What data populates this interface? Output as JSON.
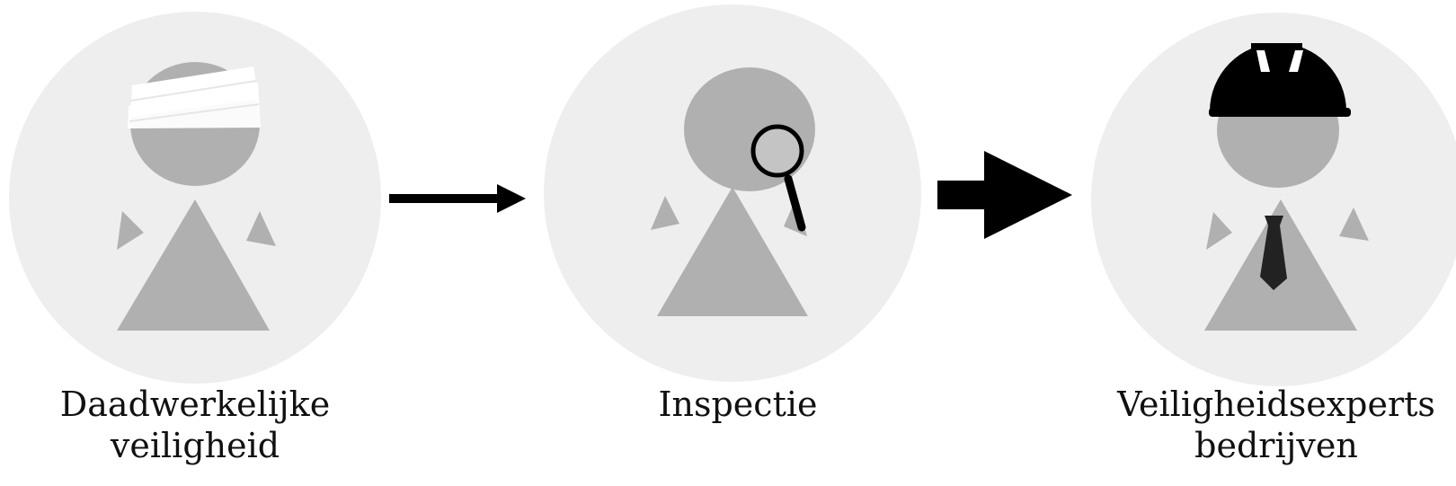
{
  "colors": {
    "circle": "#eeeeee",
    "figure": "#b0b0b0",
    "bandage": "#ffffff",
    "arrow": "#000000",
    "helmet": "#000000",
    "tie": "#222222",
    "text": "#111111"
  },
  "steps": [
    {
      "icon": "injured-person-icon",
      "caption_lines": [
        "Daadwerkelijke",
        "veiligheid"
      ]
    },
    {
      "icon": "inspector-person-icon",
      "caption_lines": [
        "Inspectie"
      ]
    },
    {
      "icon": "safety-expert-person-icon",
      "caption_lines": [
        "Veiligheidsexperts",
        "bedrijven"
      ]
    }
  ],
  "arrows": [
    {
      "icon": "thin-arrow-right-icon"
    },
    {
      "icon": "thick-arrow-right-icon"
    }
  ]
}
